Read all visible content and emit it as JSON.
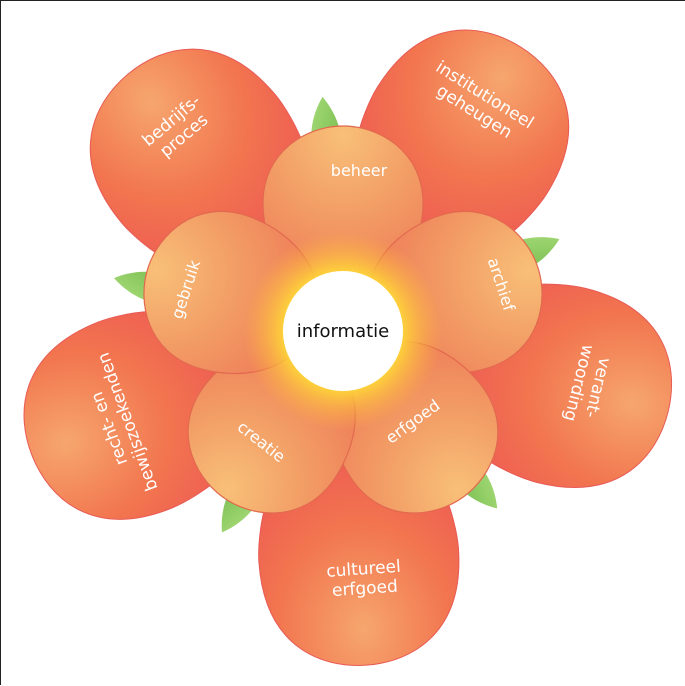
{
  "diagram": {
    "center": {
      "label": "informatie"
    },
    "inner_petals": [
      {
        "name": "beheer",
        "label": "beheer"
      },
      {
        "name": "archief",
        "label": "archief"
      },
      {
        "name": "erfgoed",
        "label": "erfgoed"
      },
      {
        "name": "creatie",
        "label": "creatie"
      },
      {
        "name": "gebruik",
        "label": "gebruik"
      }
    ],
    "outer_petals": [
      {
        "name": "institutioneel-geheugen",
        "lines": [
          "institutioneel",
          "geheugen"
        ]
      },
      {
        "name": "verantwoording",
        "lines": [
          "verant-",
          "woording"
        ]
      },
      {
        "name": "cultureel-erfgoed",
        "lines": [
          "cultureel",
          "erfgoed"
        ]
      },
      {
        "name": "recht-en-bewijszoekenden",
        "lines": [
          "recht- en",
          "bewijszoekenden"
        ]
      },
      {
        "name": "bedrijfsproces",
        "lines": [
          "bedrijfs-",
          "proces"
        ]
      }
    ],
    "colors": {
      "outer_petal_edge": "#ef5358",
      "outer_petal_inner": "#f2764f",
      "inner_petal": "#f08a5f",
      "inner_petal_edge": "#e5694b",
      "center_glow": "#ffe23a",
      "leaf": "#8dcc5d",
      "center_fill": "#ffffff"
    }
  }
}
